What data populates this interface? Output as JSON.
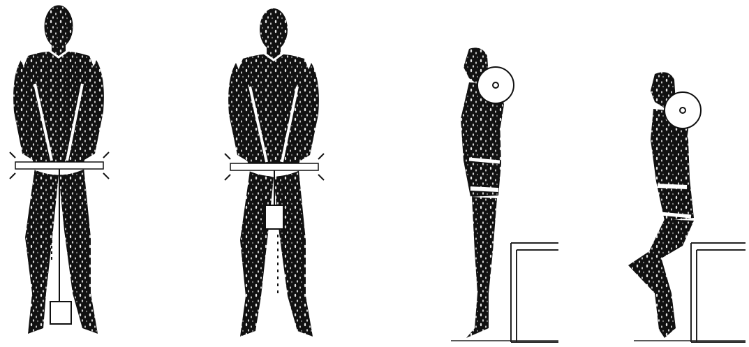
{
  "colors": {
    "background": "#ffffff",
    "figure": "#111111",
    "outline": "#ffffff",
    "speckle": "#ffffff",
    "plate": "#ffffff",
    "bench_line": "#222222"
  },
  "panels": [
    {
      "name": "front-view-weight-lowered",
      "view": "front",
      "weight": "hanging"
    },
    {
      "name": "front-view-weight-raised",
      "view": "front",
      "weight": "raised"
    },
    {
      "name": "side-view-standing",
      "view": "side",
      "pose": "standing-barbell-shoulders"
    },
    {
      "name": "side-view-squat",
      "view": "side",
      "pose": "half-squat-barbell-shoulders"
    }
  ]
}
